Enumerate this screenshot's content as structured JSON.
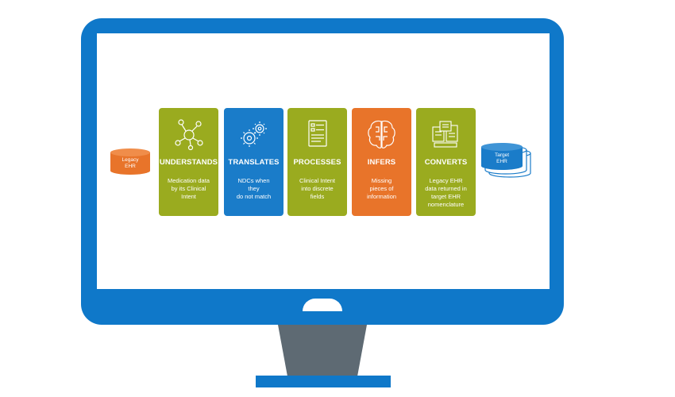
{
  "source_db": {
    "label_line1": "Legacy",
    "label_line2": "EHR"
  },
  "target_db": {
    "label_line1": "Target",
    "label_line2": "EHR"
  },
  "steps": [
    {
      "title": "UNDERSTANDS",
      "desc": [
        "Medication data",
        "by its Clinical",
        "Intent"
      ],
      "icon": "network-nodes-icon",
      "color": "#9aab1f"
    },
    {
      "title": "TRANSLATES",
      "desc": [
        "NDCs when",
        "they",
        "do not match"
      ],
      "icon": "gears-icon",
      "color": "#1a7cc9"
    },
    {
      "title": "PROCESSES",
      "desc": [
        "Clinical Intent",
        "into discrete",
        "fields"
      ],
      "icon": "form-document-icon",
      "color": "#9aab1f"
    },
    {
      "title": "INFERS",
      "desc": [
        "Missing",
        "pieces of",
        "information"
      ],
      "icon": "brain-icon",
      "color": "#e8742a"
    },
    {
      "title": "CONVERTS",
      "desc": [
        "Legacy EHR",
        "data returned in",
        "target EHR",
        "nomenclature"
      ],
      "icon": "documents-icon",
      "color": "#9aab1f"
    }
  ]
}
